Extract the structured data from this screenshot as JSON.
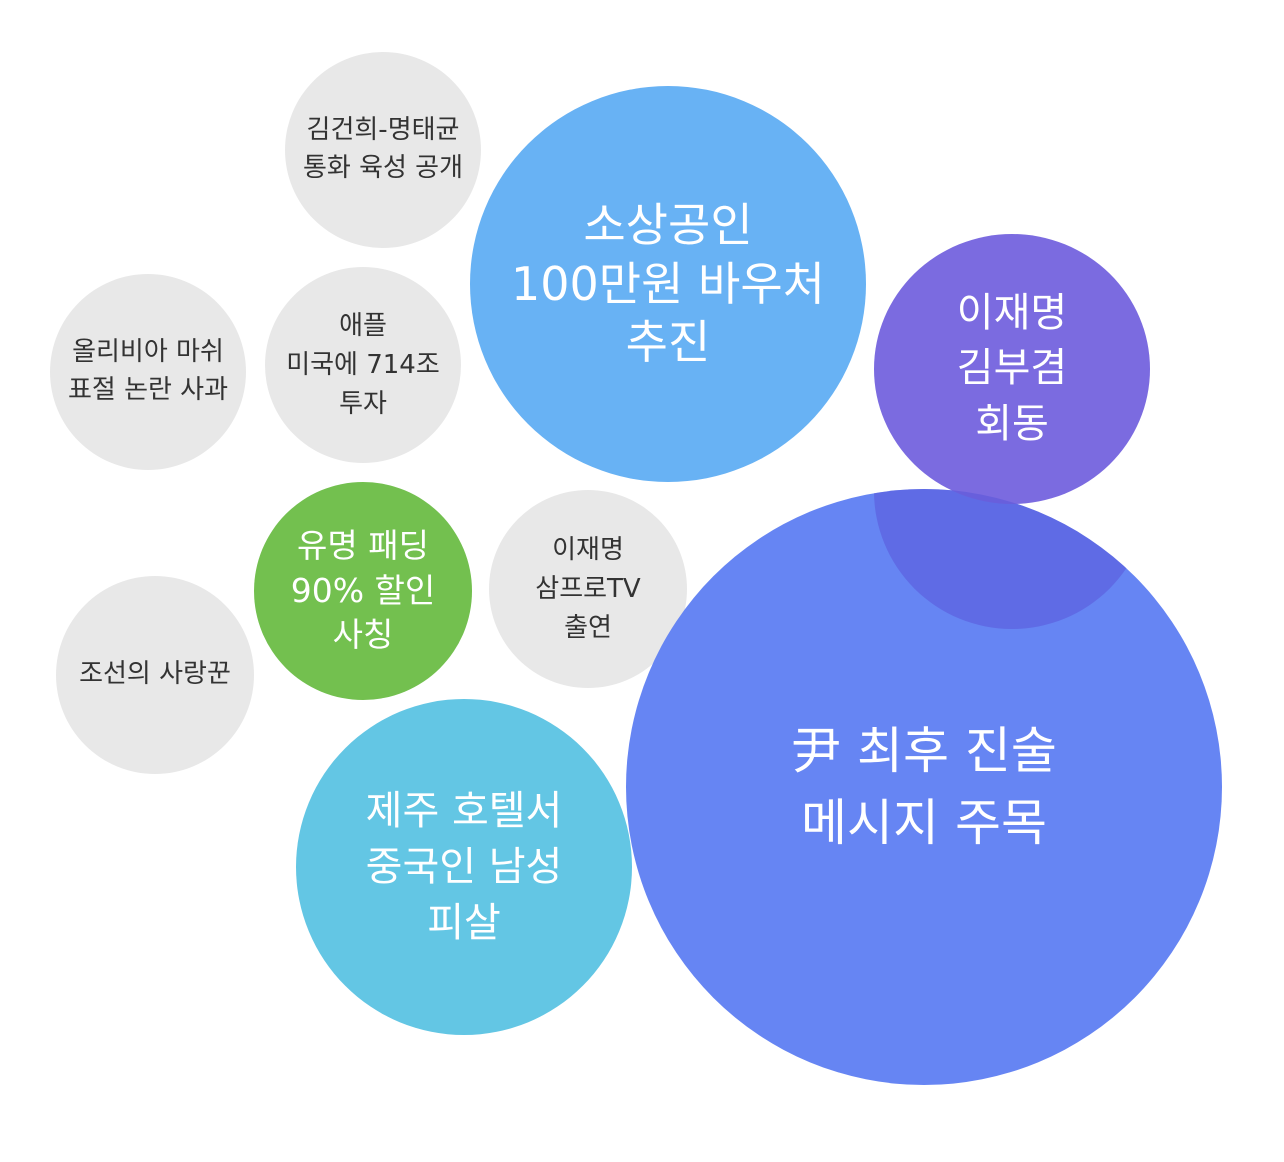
{
  "bubbles": [
    {
      "id": "kim-myung",
      "lines": [
        "김건희-명태균",
        "통화 육성 공개"
      ],
      "color": "#e8e8e8"
    },
    {
      "id": "sosang",
      "lines": [
        "소상공인",
        "100만원 바우처",
        "추진"
      ],
      "color": "#68b2f4"
    },
    {
      "id": "lee-kim",
      "lines": [
        "이재명",
        "김부겸",
        "회동"
      ],
      "color": "#7b6be0"
    },
    {
      "id": "olivia",
      "lines": [
        "올리비아 마쉬",
        "표절 논란 사과"
      ],
      "color": "#e8e8e8"
    },
    {
      "id": "apple",
      "lines": [
        "애플",
        "미국에 714조",
        "투자"
      ],
      "color": "#e8e8e8"
    },
    {
      "id": "padding",
      "lines": [
        "유명 패딩",
        "90% 할인",
        "사칭"
      ],
      "color": "#73c04f"
    },
    {
      "id": "sampro",
      "lines": [
        "이재명",
        "삼프로TV",
        "출연"
      ],
      "color": "#e8e8e8"
    },
    {
      "id": "joseon",
      "lines": [
        "조선의 사랑꾼"
      ],
      "color": "#e8e8e8"
    },
    {
      "id": "jeju",
      "lines": [
        "제주 호텔서",
        "중국인 남성",
        "피살"
      ],
      "color": "#63c6e4"
    },
    {
      "id": "yoon",
      "lines": [
        "尹 최후 진술",
        "메시지 주목"
      ],
      "color": "#6685f3"
    }
  ]
}
